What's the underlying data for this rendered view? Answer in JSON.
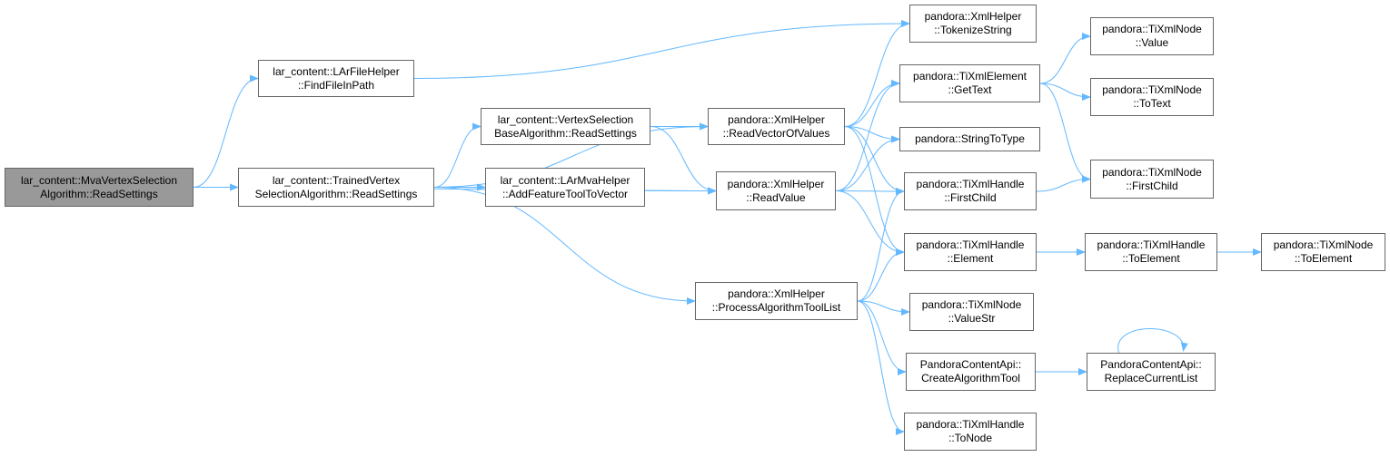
{
  "nodes": [
    {
      "id": "n1",
      "lines": [
        "lar_content::MvaVertexSelection",
        "Algorithm::ReadSettings"
      ]
    },
    {
      "id": "n2",
      "lines": [
        "lar_content::LArFileHelper",
        "::FindFileInPath"
      ]
    },
    {
      "id": "n3",
      "lines": [
        "lar_content::TrainedVertex",
        "SelectionAlgorithm::ReadSettings"
      ]
    },
    {
      "id": "n4",
      "lines": [
        "lar_content::VertexSelection",
        "BaseAlgorithm::ReadSettings"
      ]
    },
    {
      "id": "n5",
      "lines": [
        "lar_content::LArMvaHelper",
        "::AddFeatureToolToVector"
      ]
    },
    {
      "id": "n6",
      "lines": [
        "pandora::XmlHelper",
        "::TokenizeString"
      ]
    },
    {
      "id": "n7",
      "lines": [
        "pandora::XmlHelper",
        "::ReadVectorOfValues"
      ]
    },
    {
      "id": "n8",
      "lines": [
        "pandora::XmlHelper",
        "::ReadValue"
      ]
    },
    {
      "id": "n9",
      "lines": [
        "pandora::XmlHelper",
        "::ProcessAlgorithmToolList"
      ]
    },
    {
      "id": "n10",
      "lines": [
        "pandora::TiXmlElement",
        "::GetText"
      ]
    },
    {
      "id": "n11",
      "lines": [
        "pandora::StringToType"
      ]
    },
    {
      "id": "n12",
      "lines": [
        "pandora::TiXmlHandle",
        "::FirstChild"
      ]
    },
    {
      "id": "n13",
      "lines": [
        "pandora::TiXmlHandle",
        "::Element"
      ]
    },
    {
      "id": "n14",
      "lines": [
        "pandora::TiXmlNode",
        "::ValueStr"
      ]
    },
    {
      "id": "n15",
      "lines": [
        "PandoraContentApi::",
        "CreateAlgorithmTool"
      ]
    },
    {
      "id": "n16",
      "lines": [
        "pandora::TiXmlHandle",
        "::ToNode"
      ]
    },
    {
      "id": "n17",
      "lines": [
        "pandora::TiXmlNode",
        "::Value"
      ]
    },
    {
      "id": "n18",
      "lines": [
        "pandora::TiXmlNode",
        "::ToText"
      ]
    },
    {
      "id": "n19",
      "lines": [
        "pandora::TiXmlNode",
        "::FirstChild"
      ]
    },
    {
      "id": "n20",
      "lines": [
        "pandora::TiXmlHandle",
        "::ToElement"
      ]
    },
    {
      "id": "n21",
      "lines": [
        "pandora::TiXmlNode",
        "::ToElement"
      ]
    },
    {
      "id": "n22",
      "lines": [
        "PandoraContentApi::",
        "ReplaceCurrentList"
      ]
    }
  ],
  "edges": [
    [
      "n1",
      "n2"
    ],
    [
      "n1",
      "n3"
    ],
    [
      "n1",
      "n8"
    ],
    [
      "n2",
      "n6"
    ],
    [
      "n3",
      "n4"
    ],
    [
      "n3",
      "n5"
    ],
    [
      "n3",
      "n7"
    ],
    [
      "n3",
      "n8"
    ],
    [
      "n3",
      "n9"
    ],
    [
      "n4",
      "n7"
    ],
    [
      "n4",
      "n8"
    ],
    [
      "n7",
      "n6"
    ],
    [
      "n7",
      "n10"
    ],
    [
      "n7",
      "n11"
    ],
    [
      "n7",
      "n12"
    ],
    [
      "n7",
      "n13"
    ],
    [
      "n8",
      "n10"
    ],
    [
      "n8",
      "n11"
    ],
    [
      "n8",
      "n12"
    ],
    [
      "n8",
      "n13"
    ],
    [
      "n9",
      "n12"
    ],
    [
      "n9",
      "n13"
    ],
    [
      "n9",
      "n14"
    ],
    [
      "n9",
      "n15"
    ],
    [
      "n9",
      "n16"
    ],
    [
      "n10",
      "n17"
    ],
    [
      "n10",
      "n18"
    ],
    [
      "n10",
      "n19"
    ],
    [
      "n12",
      "n19"
    ],
    [
      "n13",
      "n20"
    ],
    [
      "n20",
      "n21"
    ],
    [
      "n15",
      "n22"
    ],
    [
      "n22",
      "n22"
    ]
  ],
  "colors": {
    "edge": "#63b8ff",
    "root_fill": "#999999",
    "node_border": "#666666"
  }
}
